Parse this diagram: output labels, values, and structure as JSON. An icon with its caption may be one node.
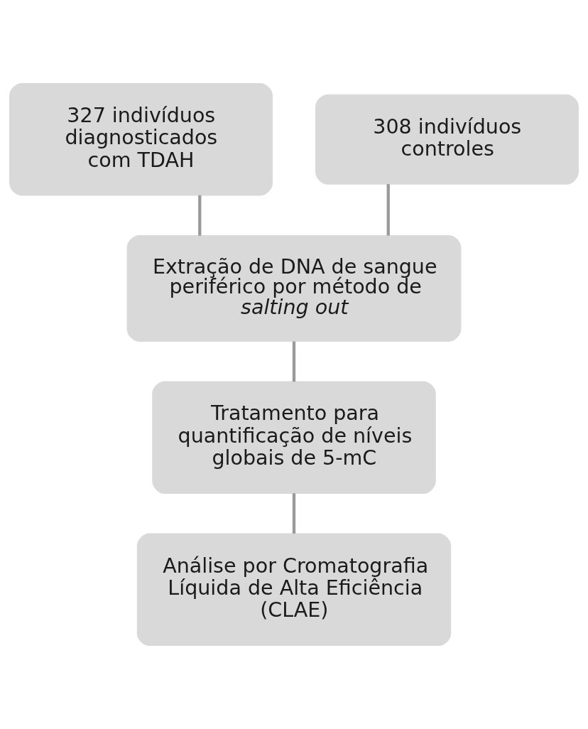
{
  "diagram": {
    "nodes": [
      {
        "text": [
          "327 indivíduos diagnosticados com TDAH"
        ]
      },
      {
        "text": [
          "308 indivíduos controles"
        ]
      },
      {
        "text": [
          "Extração de DNA de sangue periférico por método de *salting out*"
        ]
      },
      {
        "text": [
          "Tratamento para quantificação de níveis globais de 5-mC"
        ]
      },
      {
        "text": [
          "Análise por Cromatografia Líquida de Alta Eficiência (CLAE)"
        ]
      }
    ],
    "edges": [
      {
        "from": 0,
        "to": 2,
        "arrow": "none"
      },
      {
        "from": 1,
        "to": 2,
        "arrow": "none"
      },
      {
        "from": 2,
        "to": 3,
        "arrow": "none"
      },
      {
        "from": 3,
        "to": 4,
        "arrow": "none"
      }
    ]
  }
}
